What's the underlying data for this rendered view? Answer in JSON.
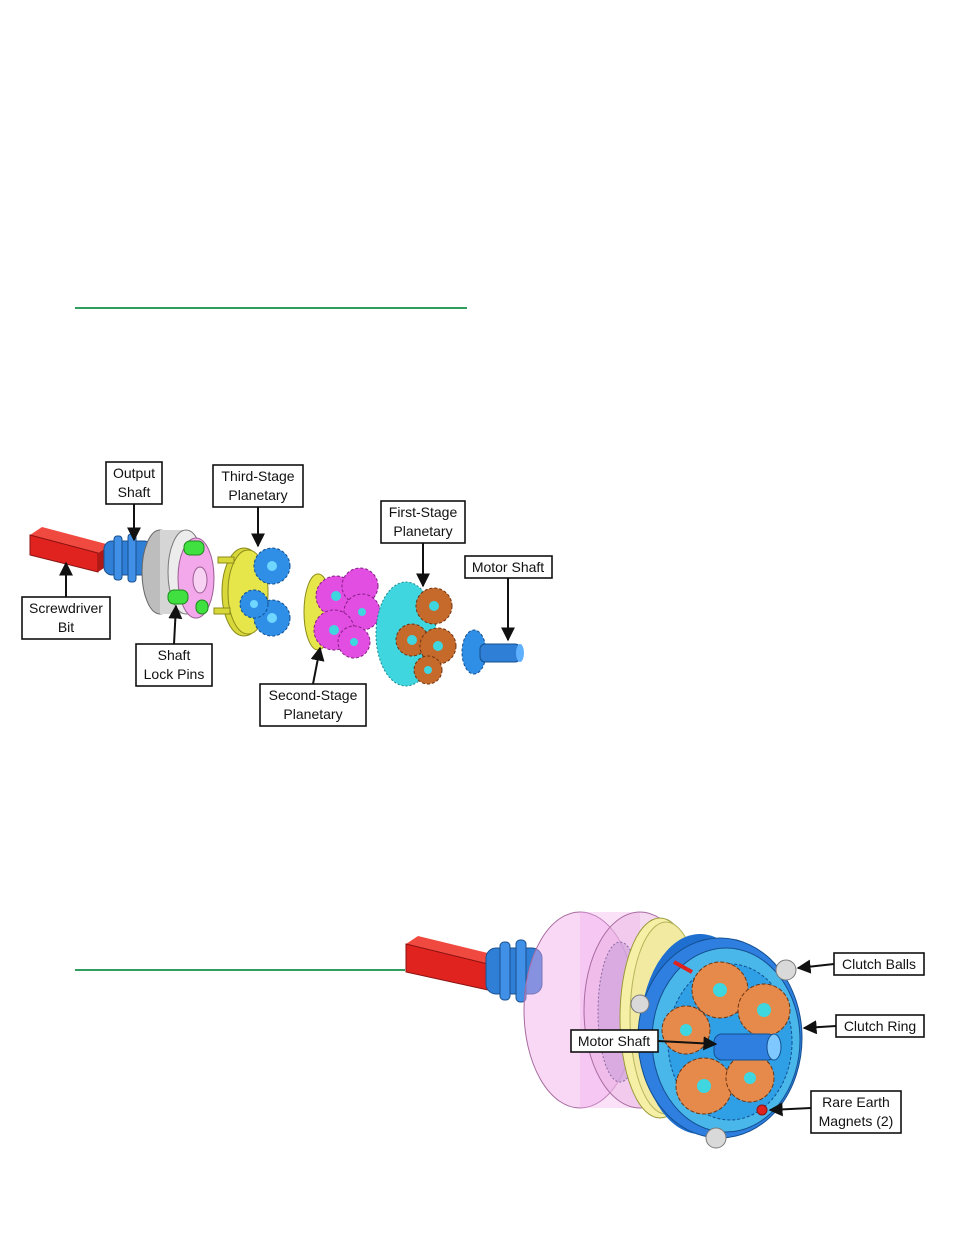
{
  "colors": {
    "rule": "#2f9e5f",
    "bit": "#e0231e",
    "shaft": "#2f7fd6",
    "pink": "#f2a8ea",
    "green": "#3fe03f",
    "yellow": "#e6e64a",
    "magenta": "#e24de2",
    "cyan": "#3fd6e0",
    "copper": "#c66a2c",
    "gray": "#cfcfcf"
  },
  "diagram1": {
    "labels": {
      "output_shaft": [
        "Output",
        "Shaft"
      ],
      "third_stage": [
        "Third-Stage",
        "Planetary"
      ],
      "first_stage": [
        "First-Stage",
        "Planetary"
      ],
      "motor_shaft": [
        "Motor Shaft"
      ],
      "screwdriver_bit": [
        "Screwdriver",
        "Bit"
      ],
      "shaft_lock_pins": [
        "Shaft",
        "Lock Pins"
      ],
      "second_stage": [
        "Second-Stage",
        "Planetary"
      ]
    }
  },
  "diagram2": {
    "labels": {
      "clutch_balls": "Clutch Balls",
      "clutch_ring": "Clutch Ring",
      "motor_shaft": "Motor Shaft",
      "rare_earth": [
        "Rare Earth",
        "Magnets (2)"
      ]
    }
  }
}
